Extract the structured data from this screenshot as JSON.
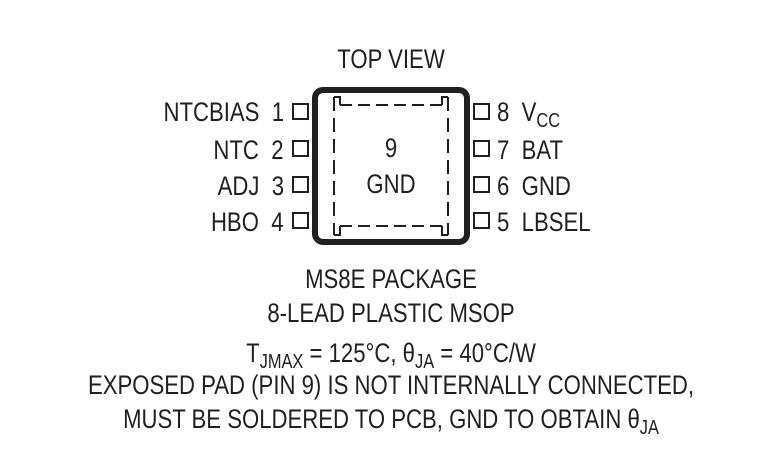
{
  "diagram": {
    "title": "TOP VIEW",
    "left_pins": [
      {
        "name": "NTCBIAS",
        "number": "1"
      },
      {
        "name": "NTC",
        "number": "2"
      },
      {
        "name": "ADJ",
        "number": "3"
      },
      {
        "name": "HBO",
        "number": "4"
      }
    ],
    "right_pins": [
      {
        "number": "8",
        "name": "V",
        "subscript": "CC"
      },
      {
        "number": "7",
        "name": "BAT",
        "subscript": ""
      },
      {
        "number": "6",
        "name": "GND",
        "subscript": ""
      },
      {
        "number": "5",
        "name": "LBSEL",
        "subscript": ""
      }
    ],
    "exposed_pad": {
      "number": "9",
      "name": "GND"
    },
    "package_name": "MS8E PACKAGE",
    "package_desc": "8-LEAD PLASTIC MSOP",
    "thermal": {
      "tj_symbol": "T",
      "tj_sub": "JMAX",
      "tj_value": " = 125°C, ",
      "theta_symbol": "θ",
      "theta_sub": "JA",
      "theta_value": " = 40°C/W"
    },
    "note_line1": "EXPOSED PAD (PIN 9) IS NOT INTERNALLY CONNECTED,",
    "note_line2_text": "MUST BE SOLDERED TO PCB, GND TO OBTAIN θ",
    "note_line2_sub": "JA",
    "colors": {
      "ink": "#231f20",
      "background": "#ffffff"
    }
  }
}
